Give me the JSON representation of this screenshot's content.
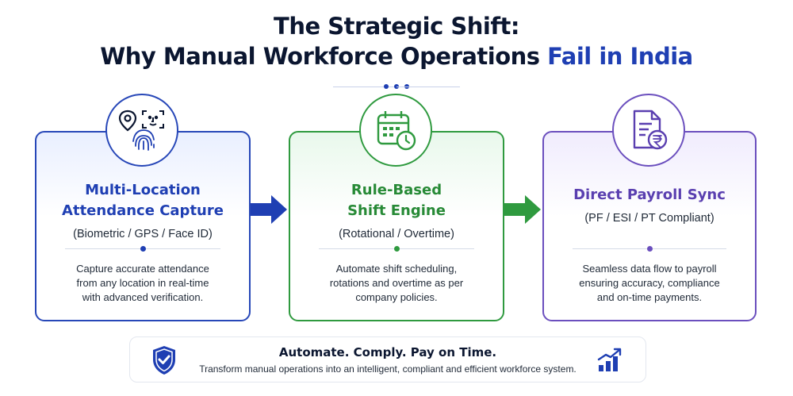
{
  "header": {
    "title_line1": "The Strategic Shift:",
    "title_line2_main": "Why Manual Workforce Operations ",
    "title_line2_accent": "Fail in India"
  },
  "cards": [
    {
      "title_line1": "Multi-Location",
      "title_line2": "Attendance Capture",
      "subtitle": "(Biometric / GPS / Face ID)",
      "desc_line1": "Capture accurate attendance",
      "desc_line2": "from any location in real-time",
      "desc_line3": "with advanced verification.",
      "icons": [
        "location-pin-icon",
        "face-id-icon",
        "fingerprint-icon"
      ],
      "accent": "#2747b8"
    },
    {
      "title_line1": "Rule-Based",
      "title_line2": "Shift Engine",
      "subtitle": "(Rotational / Overtime)",
      "desc_line1": "Automate shift scheduling,",
      "desc_line2": "rotations and overtime as per",
      "desc_line3": "company policies.",
      "icons": [
        "calendar-clock-icon"
      ],
      "accent": "#2f9a3f"
    },
    {
      "title_line1": "Direct Payroll Sync",
      "subtitle": "(PF / ESI / PT Compliant)",
      "desc_line1": "Seamless data flow to payroll",
      "desc_line2": "ensuring accuracy, compliance",
      "desc_line3": "and on-time payments.",
      "icons": [
        "rupee-document-icon"
      ],
      "accent": "#6b4fbe"
    }
  ],
  "footer": {
    "title": "Automate. Comply. Pay on Time.",
    "subtitle": "Transform manual operations into an intelligent, compliant and efficient workforce system.",
    "icons": [
      "shield-check-icon",
      "growth-chart-icon"
    ]
  },
  "colors": {
    "navy": "#0b1630",
    "blue": "#1f3fb3",
    "green": "#2f9a3f",
    "purple": "#6b4fbe"
  }
}
